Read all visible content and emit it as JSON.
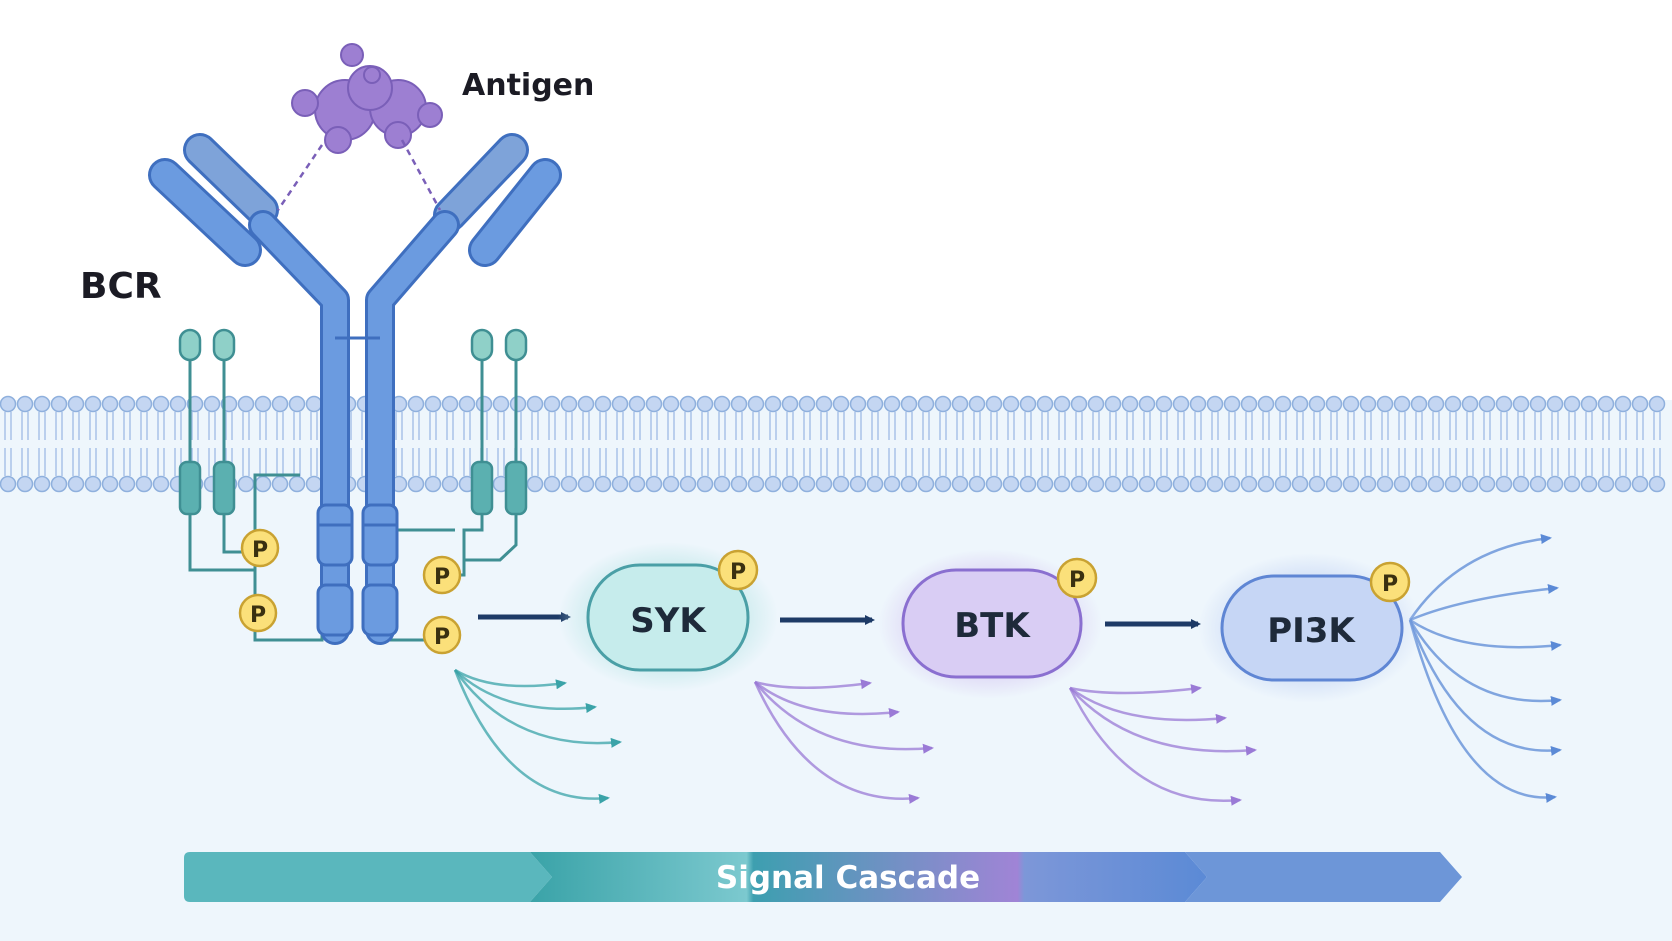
{
  "labels": {
    "antigen": "Antigen",
    "bcr": "BCR"
  },
  "nodes": [
    {
      "id": "syk",
      "label": "SYK",
      "fill": "#c6ecec",
      "stroke": "#4a9fa6",
      "glow": "#bfe7e8"
    },
    {
      "id": "btk",
      "label": "BTK",
      "fill": "#d9cdf4",
      "stroke": "#8a6fd0",
      "glow": "#d8ccf3"
    },
    {
      "id": "pi3k",
      "label": "PI3K",
      "fill": "#c6d6f5",
      "stroke": "#5f86d4",
      "glow": "#c9d8f5"
    }
  ],
  "phospho_label": "P",
  "cascade": {
    "label": "Signal Cascade"
  },
  "colors": {
    "cytoplasm": "#eef6fc",
    "membrane_head": "#c4d6f2",
    "receptor": "#6b9be0",
    "cd79": "#3f9a9c",
    "antigen": "#9d7fd2",
    "arrow": "#1d3a66",
    "phospho": "#fbe07a",
    "teal": "#3aa3a8",
    "purple": "#9a7ad6",
    "blue": "#5b8ad6"
  }
}
